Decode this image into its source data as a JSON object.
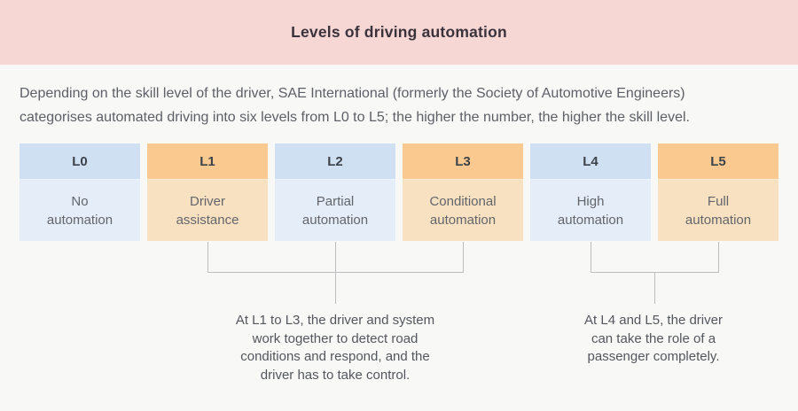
{
  "header": {
    "title": "Levels of driving automation"
  },
  "intro": {
    "text": "Depending on the skill level of the driver, SAE International (formerly the Society of Automotive Engineers)\ncategorises automated driving into six levels from L0 to L5; the higher the number, the higher the skill level."
  },
  "levels": [
    {
      "code": "L0",
      "label": "No\nautomation",
      "theme": "blue"
    },
    {
      "code": "L1",
      "label": "Driver\nassistance",
      "theme": "orange"
    },
    {
      "code": "L2",
      "label": "Partial\nautomation",
      "theme": "blue"
    },
    {
      "code": "L3",
      "label": "Conditional\nautomation",
      "theme": "orange"
    },
    {
      "code": "L4",
      "label": "High\nautomation",
      "theme": "blue"
    },
    {
      "code": "L5",
      "label": "Full\nautomation",
      "theme": "orange"
    }
  ],
  "annotations": [
    {
      "target": "L1-L3",
      "text": "At L1 to L3, the driver and system\nwork together to detect road\nconditions and respond, and the\ndriver has to take control."
    },
    {
      "target": "L4-L5",
      "text": "At L4 and L5, the driver\ncan take the role of a\npassenger completely."
    }
  ],
  "colors": {
    "page_bg": "#f8f8f6",
    "header_bg": "#f7d7d4",
    "blue_header": "#cfe0f2",
    "blue_body": "#e4edf8",
    "orange_header": "#f9c98f",
    "orange_body": "#f8e1c1",
    "connector": "#bcbec1"
  }
}
